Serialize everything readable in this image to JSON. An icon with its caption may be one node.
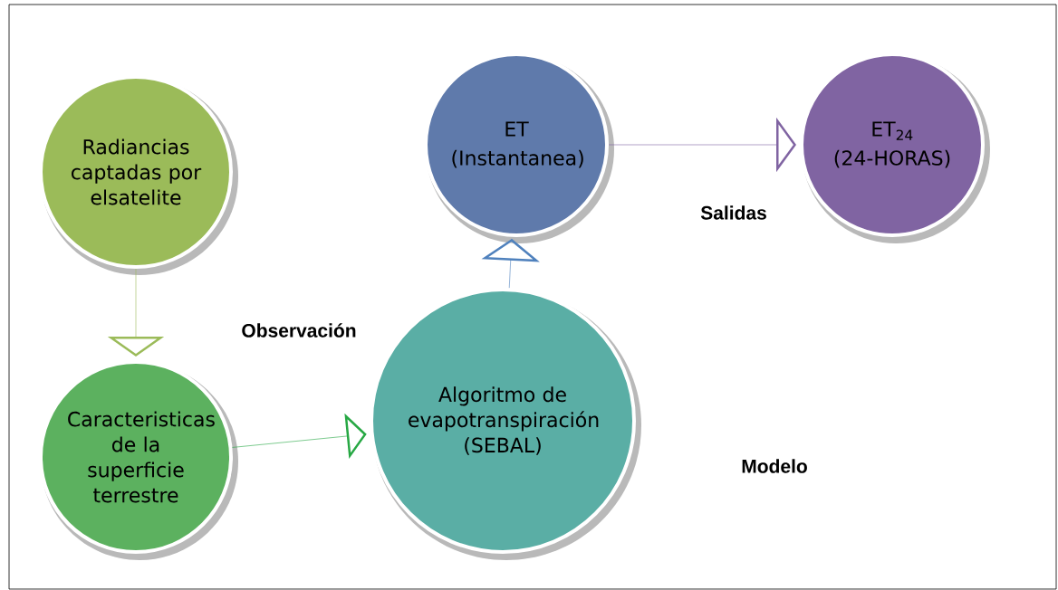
{
  "diagram": {
    "nodes": [
      {
        "text": [
          "Radiancias captadas por elsatelite"
        ]
      },
      {
        "text": [
          "Caracteristicas de la superficie terrestre"
        ]
      },
      {
        "text": [
          "Algoritmo de evapotranspiración (SEBAL)"
        ]
      },
      {
        "text": [
          "ET",
          "(Instantanea)"
        ]
      },
      {
        "text": [
          "ET$_{24}$",
          "(24-HORAS)"
        ]
      }
    ],
    "edges": [
      {
        "from": 0,
        "to": 1,
        "arrow": "to",
        "color": "#9bbb59"
      },
      {
        "from": 1,
        "to": 2,
        "arrow": "to",
        "color": "#27a844"
      },
      {
        "from": 2,
        "to": 3,
        "arrow": "to",
        "color": "#4f81bd"
      },
      {
        "from": 3,
        "to": 4,
        "arrow": "to",
        "color": "#8064a2"
      }
    ],
    "labels": [
      "Observación",
      "Salidas",
      "Modelo"
    ]
  }
}
